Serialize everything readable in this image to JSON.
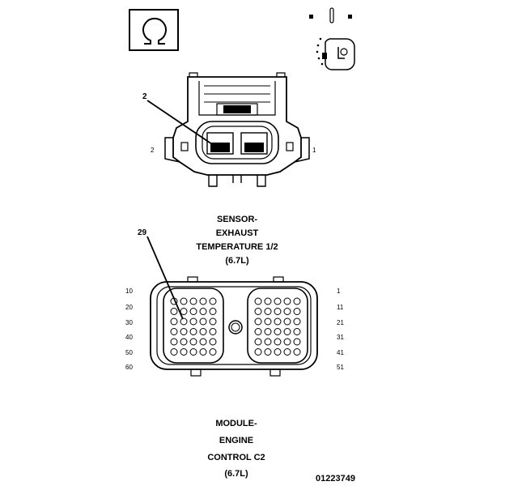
{
  "sensor": {
    "title_lines": [
      "SENSOR-",
      "EXHAUST",
      "TEMPERATURE 1/2",
      "(6.7L)"
    ],
    "pin_left": "2",
    "pin_right": "1",
    "callout": "2"
  },
  "module": {
    "title_lines": [
      "MODULE-",
      "ENGINE",
      "CONTROL C2",
      "(6.7L)"
    ],
    "left_pin_numbers": [
      "10",
      "20",
      "30",
      "40",
      "50",
      "60"
    ],
    "right_pin_numbers": [
      "1",
      "11",
      "21",
      "31",
      "41",
      "51"
    ],
    "callout": "29"
  },
  "figure_id": "01223749",
  "icons": {
    "terminal_symbol": "omega-terminal-icon",
    "lock_symbol": "connector-lock-icon"
  }
}
